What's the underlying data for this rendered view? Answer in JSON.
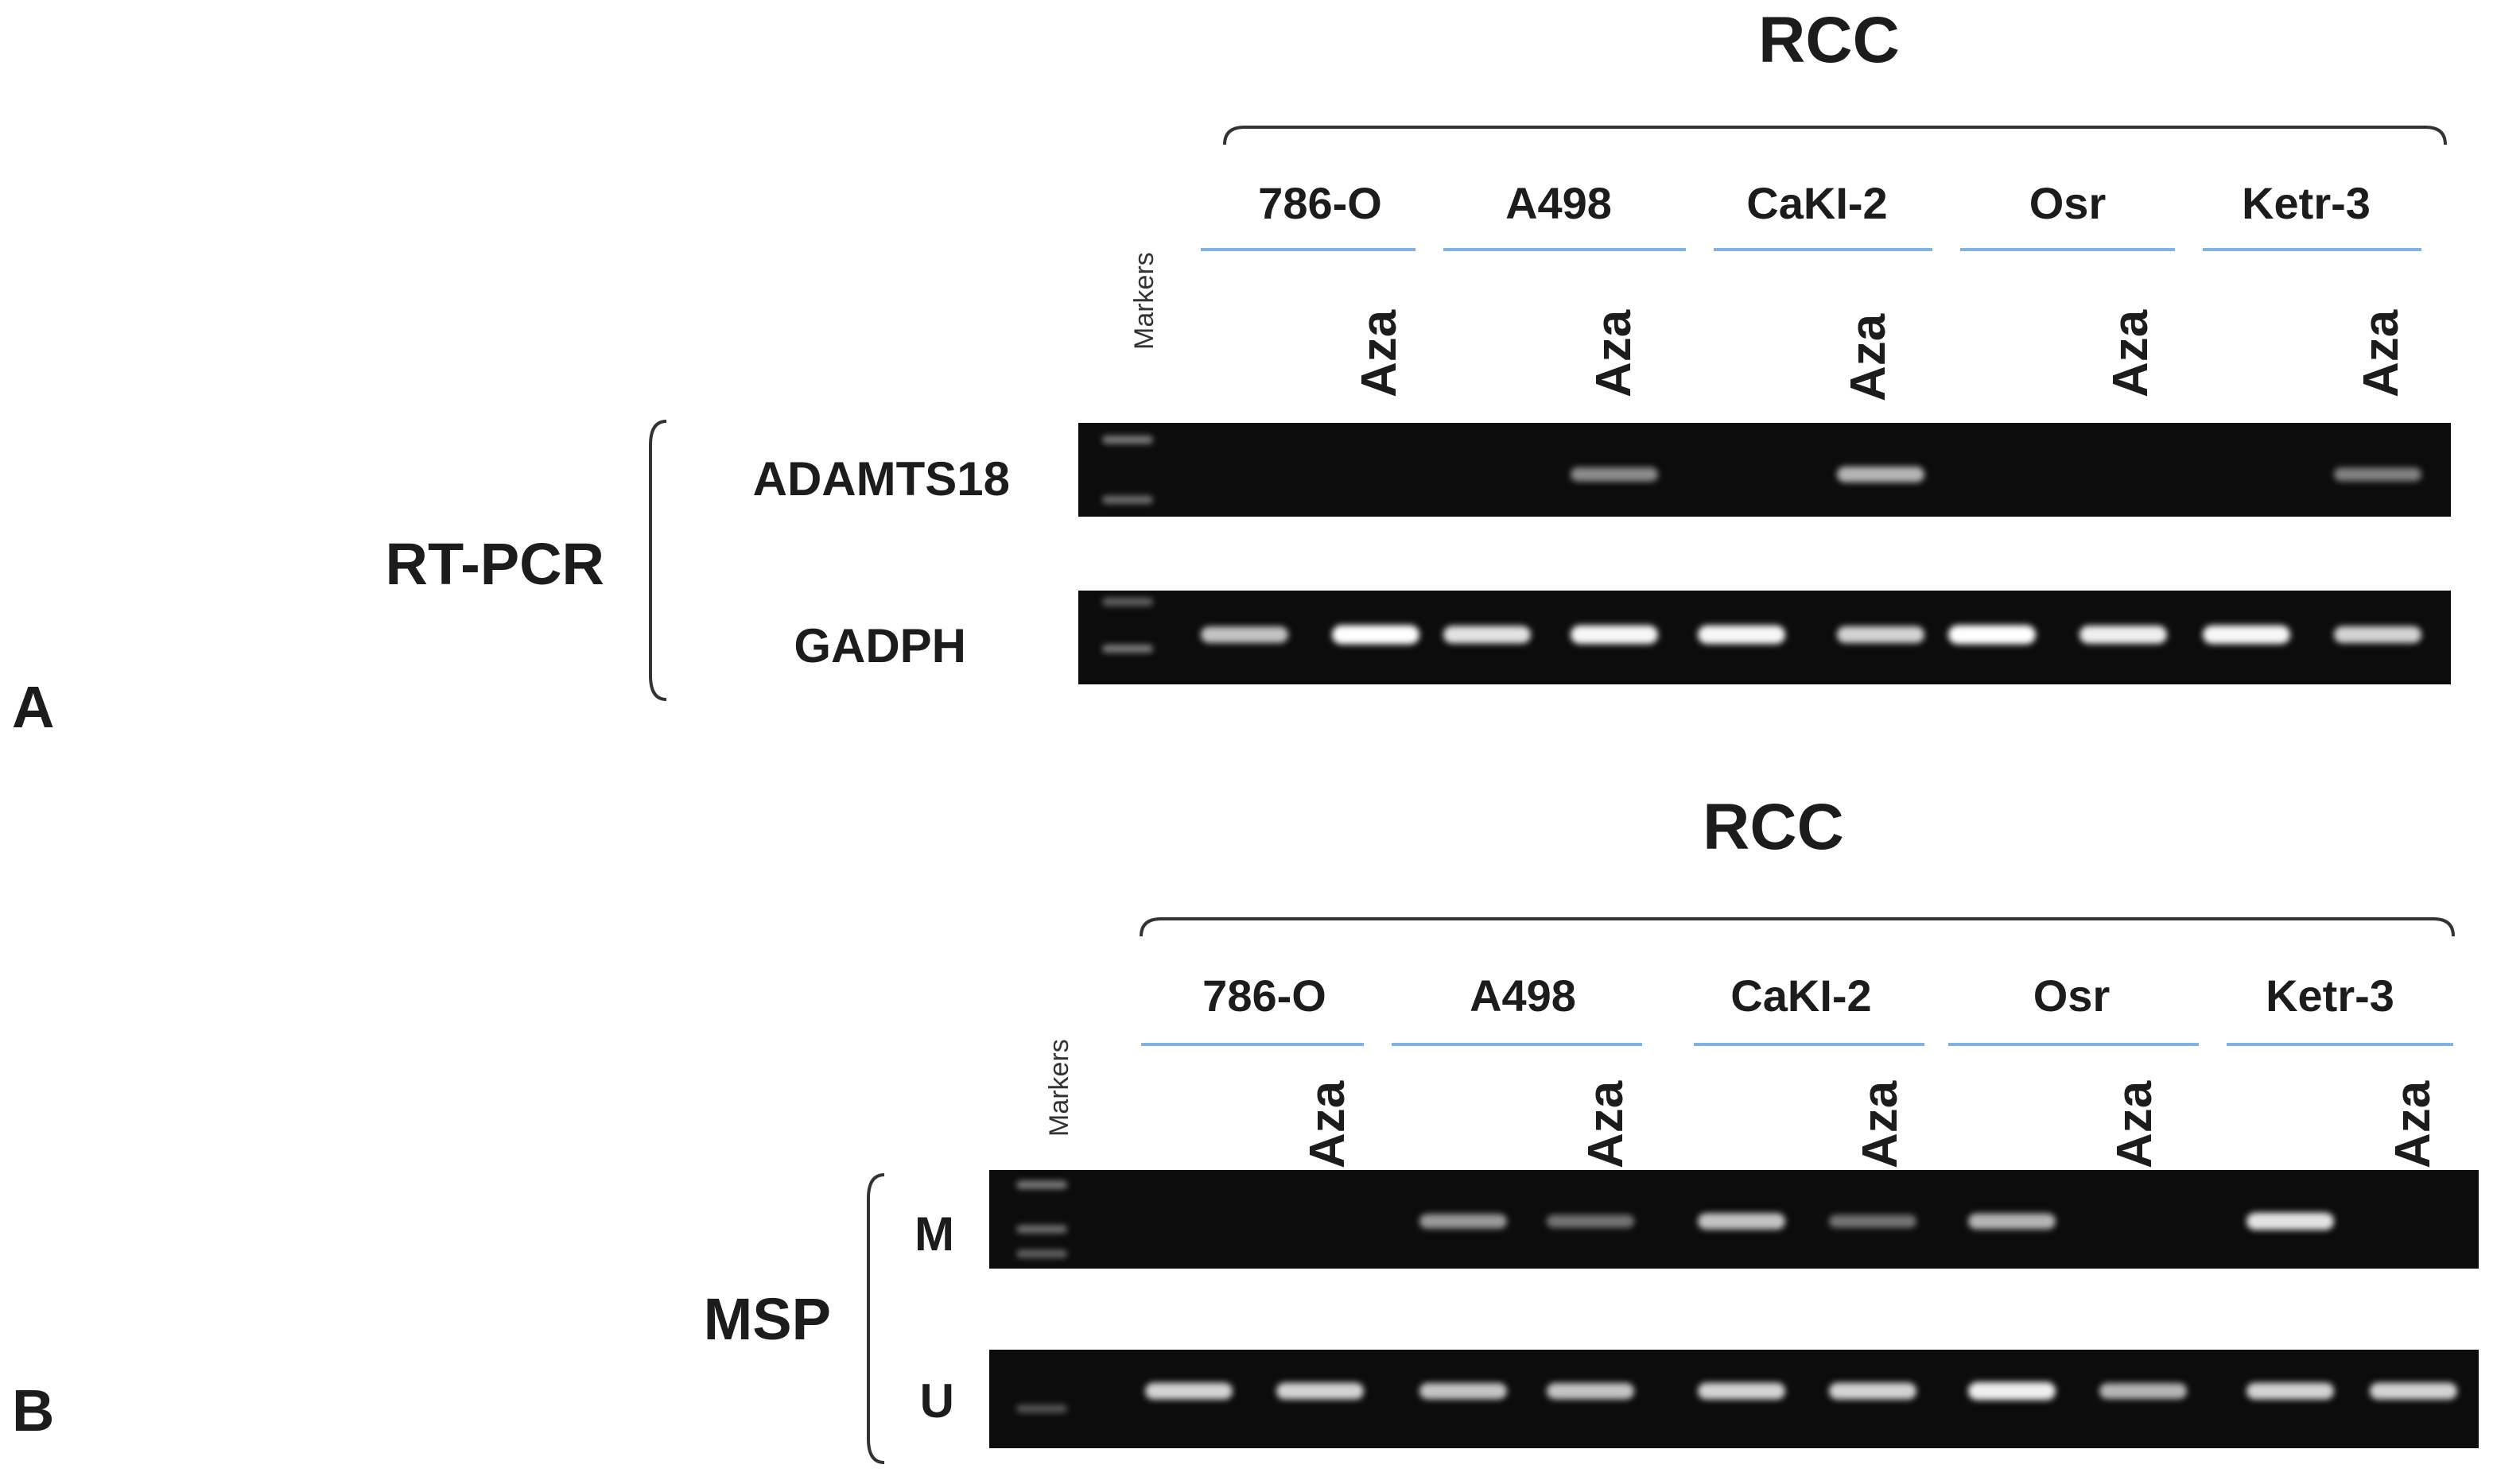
{
  "panel_a": {
    "letter": "A",
    "group_label": "RCC",
    "method_label": "RT-PCR",
    "markers_label": "Markers",
    "treatment_label": "Aza",
    "cell_lines": [
      "786-O",
      "A498",
      "CaKI-2",
      "Osr",
      "Ketr-3"
    ],
    "rows": [
      {
        "label": "ADAMTS18",
        "bands": [
          0,
          0,
          0,
          0.55,
          0,
          0.7,
          0,
          0,
          0,
          0.5
        ]
      },
      {
        "label": "GADPH",
        "bands": [
          0.75,
          1.0,
          0.85,
          0.95,
          0.95,
          0.8,
          1.0,
          0.9,
          0.95,
          0.8
        ]
      }
    ]
  },
  "panel_b": {
    "letter": "B",
    "group_label": "RCC",
    "method_label": "MSP",
    "markers_label": "Markers",
    "treatment_label": "Aza",
    "cell_lines": [
      "786-O",
      "A498",
      "CaKI-2",
      "Osr",
      "Ketr-3"
    ],
    "rows": [
      {
        "label": "M",
        "bands": [
          0,
          0,
          0.6,
          0.45,
          0.75,
          0.45,
          0.7,
          0,
          0.85,
          0
        ]
      },
      {
        "label": "U",
        "bands": [
          0.8,
          0.8,
          0.75,
          0.75,
          0.8,
          0.8,
          0.9,
          0.7,
          0.8,
          0.8
        ]
      }
    ]
  },
  "colors": {
    "gel_background": "#0c0c0c",
    "band": "#ffffff",
    "cell_line_underline": "#7fb3e6",
    "text": "#1c1c1c"
  }
}
